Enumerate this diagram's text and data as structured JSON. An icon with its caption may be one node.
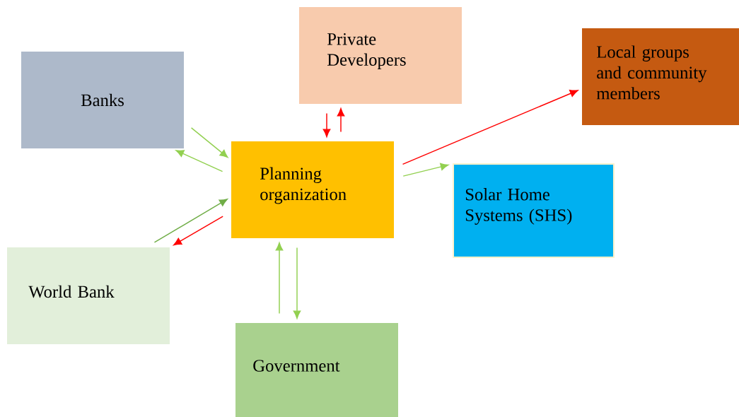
{
  "diagram": {
    "nodes": [
      {
        "text": [
          "Banks"
        ]
      },
      {
        "text": [
          "Private Developers"
        ]
      },
      {
        "text": [
          "Local groups and community members"
        ]
      },
      {
        "text": [
          "Planning organization"
        ]
      },
      {
        "text": [
          "Solar Home Systems (SHS)"
        ]
      },
      {
        "text": [
          "World Bank"
        ]
      },
      {
        "text": [
          "Government"
        ]
      }
    ],
    "edges": [
      {
        "from": 0,
        "to": 3,
        "arrow": "to"
      },
      {
        "from": 3,
        "to": 0,
        "arrow": "to"
      },
      {
        "from": 1,
        "to": 3,
        "arrow": "to",
        "color": "#ff0000"
      },
      {
        "from": 3,
        "to": 1,
        "arrow": "to",
        "color": "#ff0000"
      },
      {
        "from": 3,
        "to": 2,
        "arrow": "to",
        "color": "#ff0000"
      },
      {
        "from": 3,
        "to": 4,
        "arrow": "to"
      },
      {
        "from": 5,
        "to": 3,
        "arrow": "to",
        "color": "#70ad47"
      },
      {
        "from": 3,
        "to": 5,
        "arrow": "to",
        "color": "#ff0000"
      },
      {
        "from": 6,
        "to": 3,
        "arrow": "to"
      },
      {
        "from": 3,
        "to": 6,
        "arrow": "to"
      }
    ]
  }
}
